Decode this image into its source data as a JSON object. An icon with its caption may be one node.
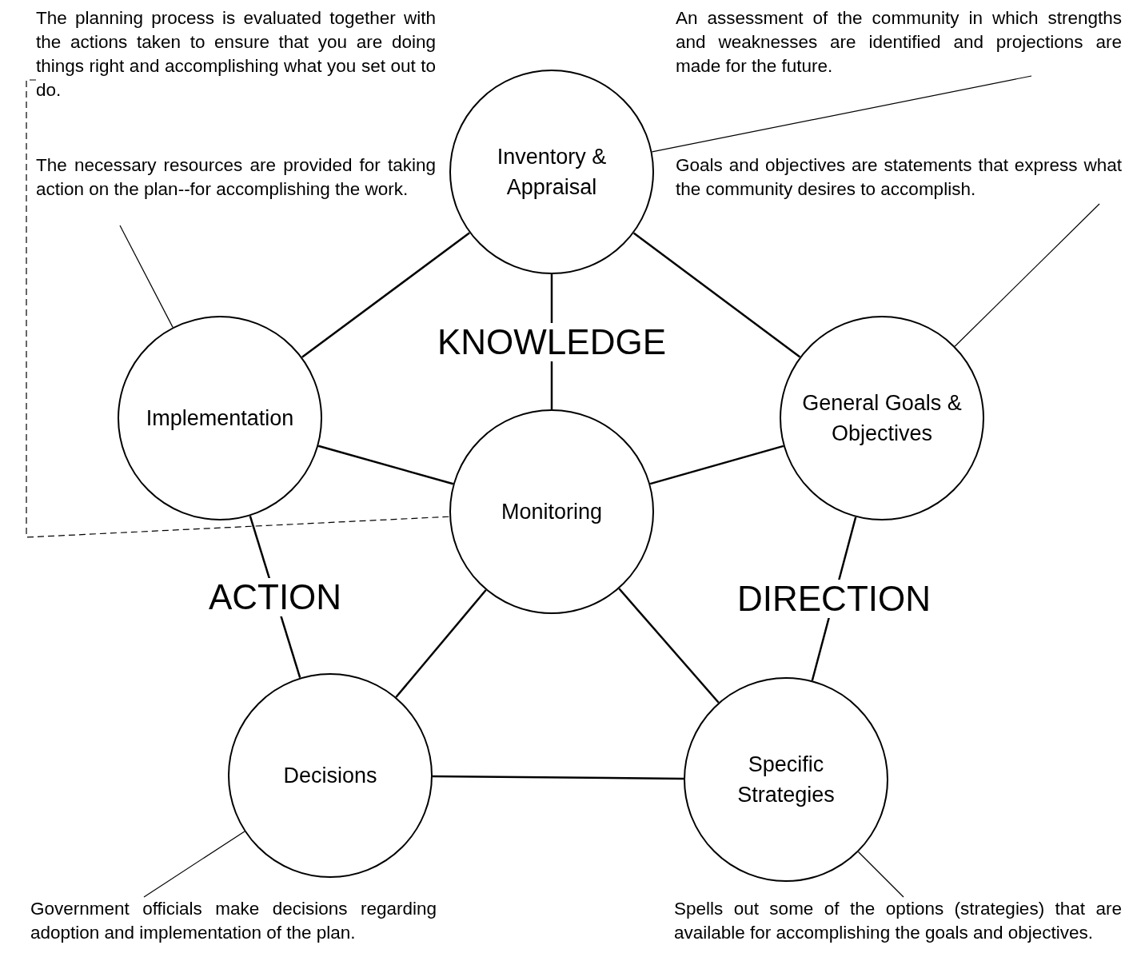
{
  "diagram": {
    "nodes": [
      {
        "text": [
          "Inventory & Appraisal"
        ]
      },
      {
        "text": [
          "Implementation"
        ]
      },
      {
        "text": [
          "Monitoring"
        ]
      },
      {
        "text": [
          "General Goals & Objectives"
        ]
      },
      {
        "text": [
          "Decisions"
        ]
      },
      {
        "text": [
          "Specific Strategies"
        ]
      },
      {
        "text": [
          "The planning process is evaluated together with the actions taken to ensure that you are doing things right and accomplishing what you set out to do."
        ]
      },
      {
        "text": [
          "An assessment of the community in which strengths and weaknesses are identified and projections are made for the future."
        ]
      },
      {
        "text": [
          "The necessary resources are provided for taking action on the plan--for accomplishing the work."
        ]
      },
      {
        "text": [
          "Goals and objectives are statements that express what the community desires to accomplish."
        ]
      },
      {
        "text": [
          "Government officials make decisions regarding adoption and implementation of the plan."
        ]
      },
      {
        "text": [
          "Spells out some of the options (strategies) that are available for accomplishing the goals and objectives."
        ]
      }
    ],
    "edges": [
      {
        "from": 0,
        "to": 1,
        "arrow": "none"
      },
      {
        "from": 0,
        "to": 3,
        "arrow": "none"
      },
      {
        "from": 0,
        "to": 2,
        "arrow": "none",
        "label": "KNOWLEDGE"
      },
      {
        "from": 1,
        "to": 2,
        "arrow": "none"
      },
      {
        "from": 2,
        "to": 3,
        "arrow": "none"
      },
      {
        "from": 1,
        "to": 4,
        "arrow": "none",
        "label": "ACTION"
      },
      {
        "from": 3,
        "to": 5,
        "arrow": "none",
        "label": "DIRECTION"
      },
      {
        "from": 2,
        "to": 4,
        "arrow": "none"
      },
      {
        "from": 2,
        "to": 5,
        "arrow": "none"
      },
      {
        "from": 4,
        "to": 5,
        "arrow": "none"
      },
      {
        "from": 6,
        "to": 2,
        "arrow": "none",
        "style": "dashed"
      },
      {
        "from": 7,
        "to": 0,
        "arrow": "none"
      },
      {
        "from": 8,
        "to": 1,
        "arrow": "none"
      },
      {
        "from": 9,
        "to": 3,
        "arrow": "none"
      },
      {
        "from": 10,
        "to": 4,
        "arrow": "none"
      },
      {
        "from": 11,
        "to": 5,
        "arrow": "none"
      }
    ]
  }
}
